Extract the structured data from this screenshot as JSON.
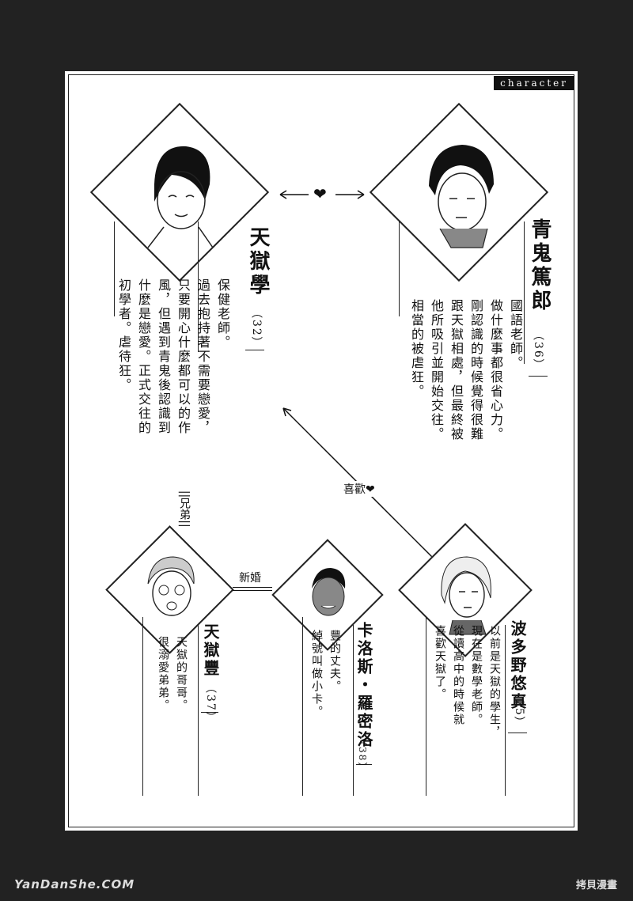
{
  "header": {
    "tag": "character"
  },
  "relations": {
    "love": "❤",
    "likes": "喜歡❤",
    "brothers": "兄弟",
    "newlyweds": "新婚"
  },
  "characters": {
    "tengoku_manabu": {
      "name": "天獄學",
      "age": "（32）",
      "desc": "保健老師。\n過去抱持著不需要戀愛，\n只要開心什麼都可以的作\n風，但遇到青鬼後認識到\n什麼是戀愛。正式交往的\n初學者。虐待狂。"
    },
    "aooni_tokuro": {
      "name": "青鬼篤郎",
      "age": "（36）",
      "desc": "國語老師。\n做什麼事都很省心力。\n剛認識的時候覺得很難\n跟天獄相處，但最終被\n他所吸引並開始交往。\n相當的被虐狂。"
    },
    "tengoku_yutaka": {
      "name": "天獄豐",
      "age": "（37）",
      "desc": "天獄的哥哥。\n很溺愛弟弟。"
    },
    "carlos_romero": {
      "name": "卡洛斯・羅密洛",
      "age": "（38）",
      "desc": "豐的丈夫。\n綽號叫做小卡。"
    },
    "hatano_yuma": {
      "name": "波多野悠真",
      "age": "（25）",
      "desc": "以前是天獄的學生，\n現在是數學老師。\n從讀高中的時候就\n喜歡天獄了。"
    }
  },
  "watermarks": {
    "left": "YanDanShe.COM",
    "right": "拷貝漫畫"
  }
}
